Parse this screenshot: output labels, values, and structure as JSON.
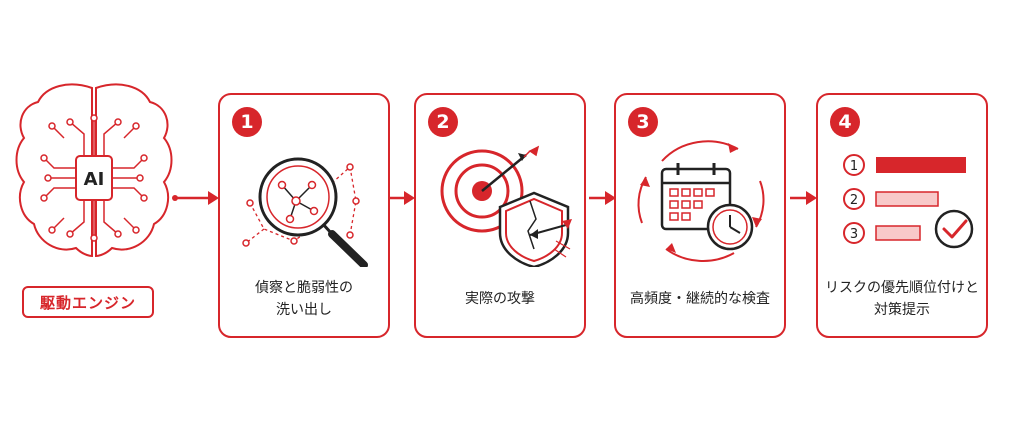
{
  "ai_engine": {
    "chip_label": "AI",
    "label": "駆動エンジン"
  },
  "steps": [
    {
      "number": "1",
      "title": "偵察と脆弱性の\n洗い出し"
    },
    {
      "number": "2",
      "title": "実際の攻撃"
    },
    {
      "number": "3",
      "title": "高頻度・継続的な検査"
    },
    {
      "number": "4",
      "title": "リスクの優先順位付けと\n対策提示"
    }
  ],
  "priority_list": [
    "1",
    "2",
    "3"
  ],
  "colors": {
    "accent": "#d7262b",
    "accent_light": "#f8c9c9",
    "line": "#222222"
  }
}
